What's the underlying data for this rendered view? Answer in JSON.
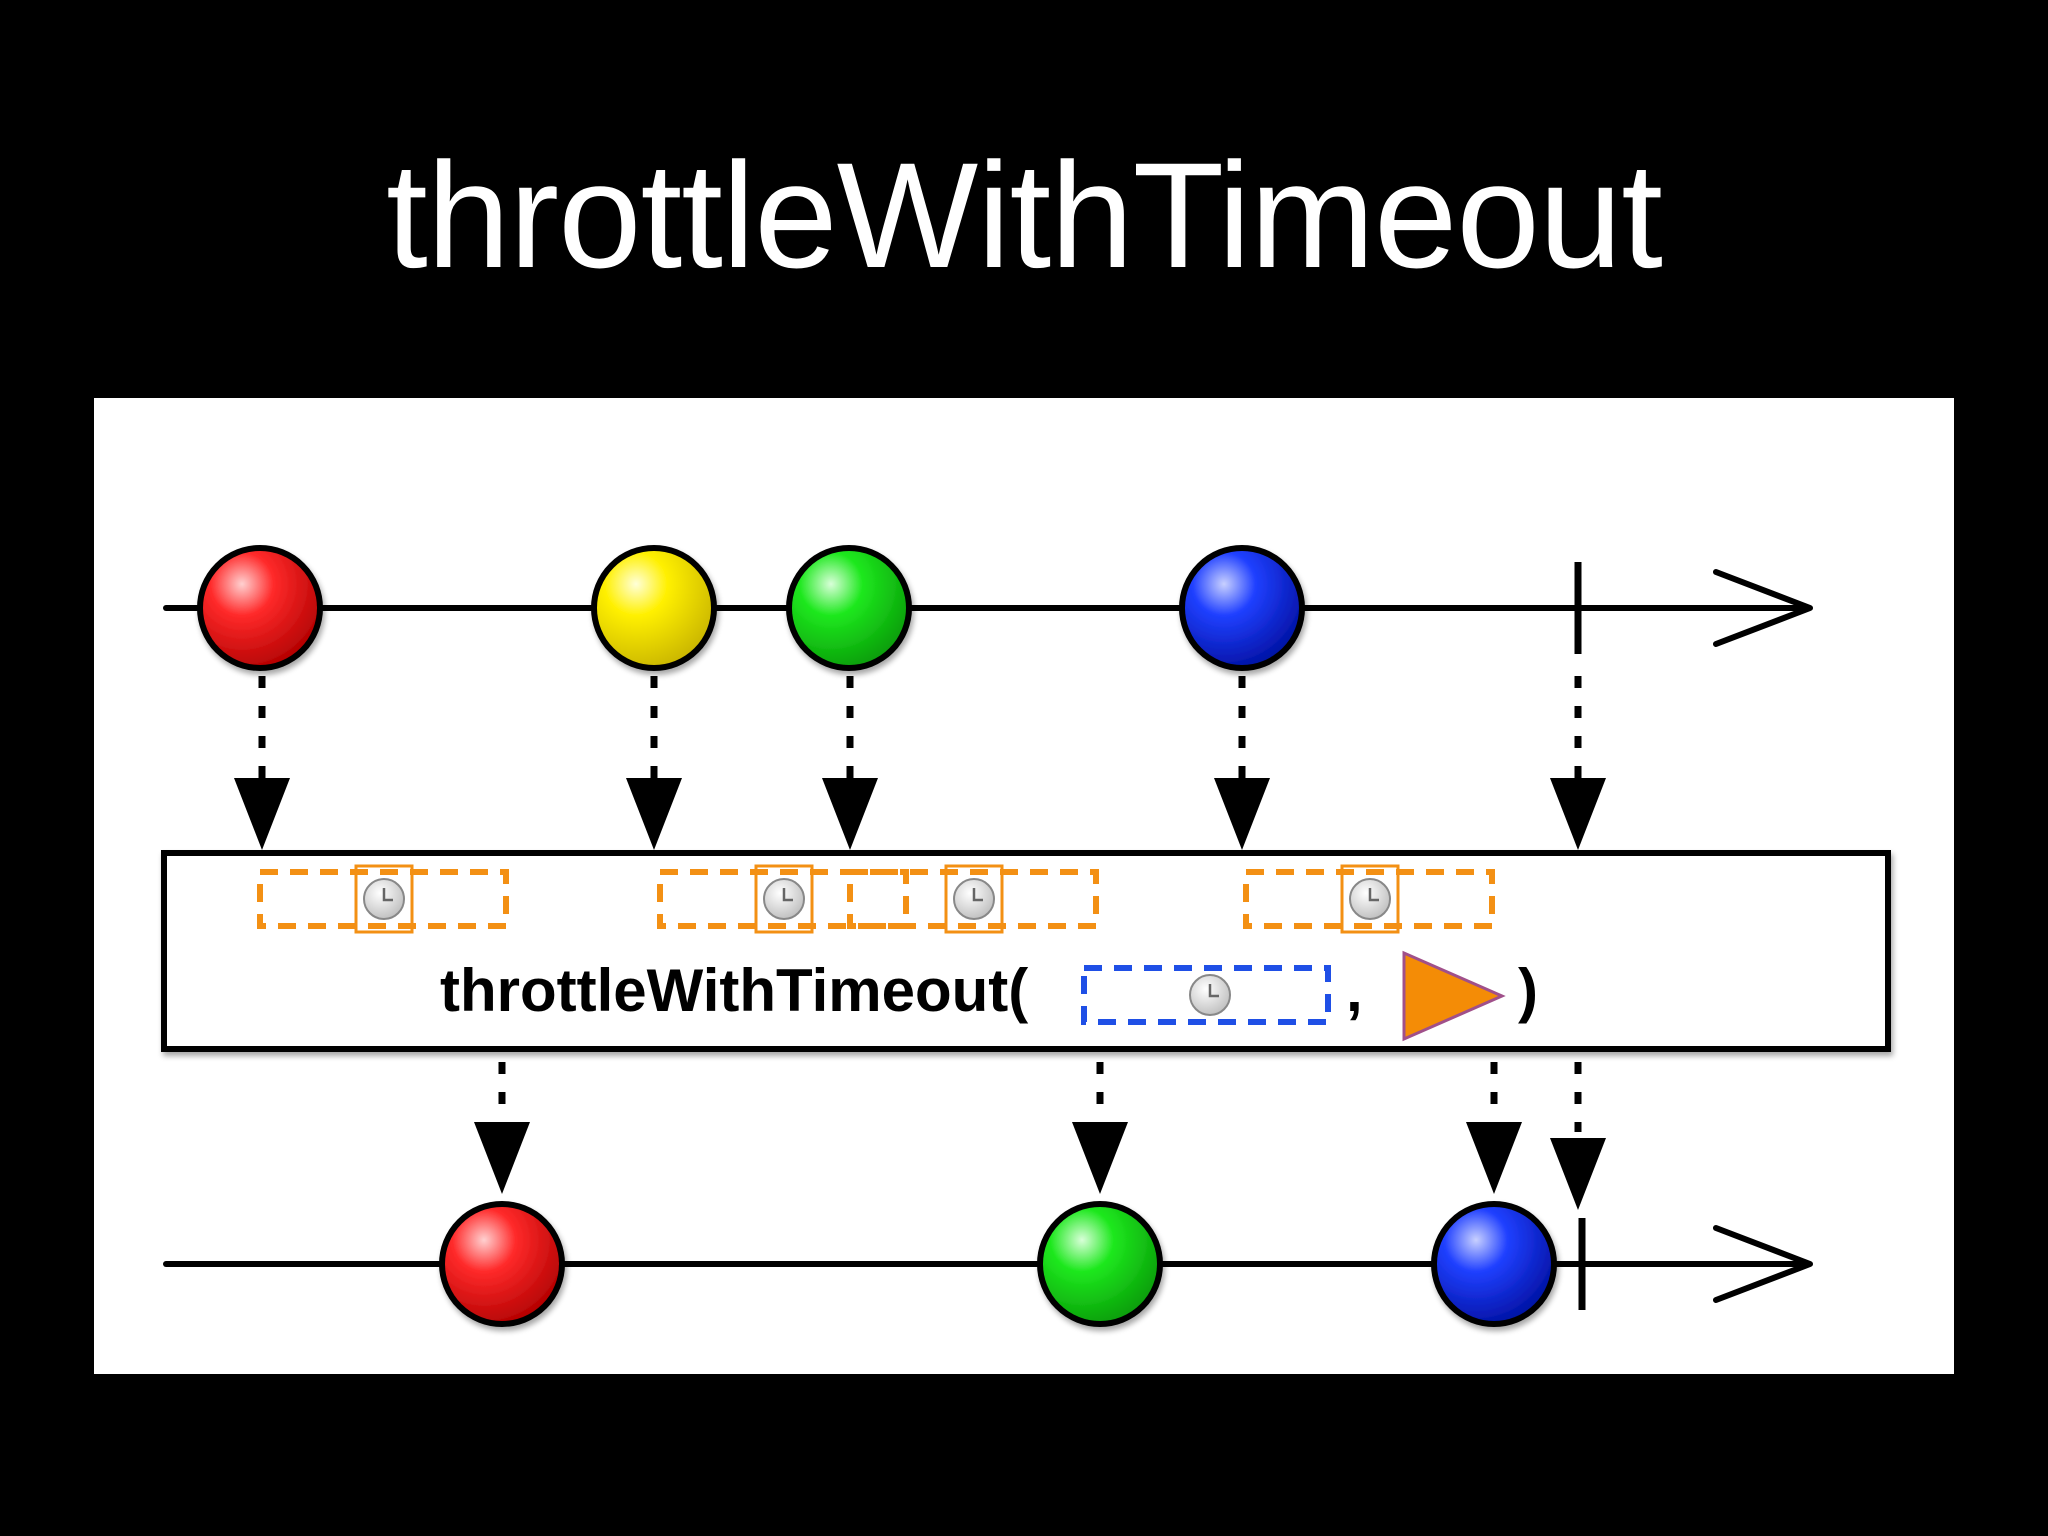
{
  "title": "throttleWithTimeout",
  "diagram": {
    "operator_label": "throttleWithTimeout(",
    "argument_separator": ",",
    "closing_paren": ")",
    "scheduler_icon": "orange-triangle-scheduler-icon",
    "timer_icon": "clock-icon",
    "colors": {
      "background": "#000000",
      "panel": "#ffffff",
      "red": "#e01010",
      "yellow": "#f2e000",
      "green": "#12cc12",
      "blue": "#1028d8",
      "timer_window": "#f39014",
      "timeout_param": "#1f4fe6",
      "scheduler": "#f48c06"
    },
    "input_stream": [
      {
        "color": "red"
      },
      {
        "color": "yellow"
      },
      {
        "color": "green"
      },
      {
        "color": "blue"
      }
    ],
    "output_stream": [
      {
        "color": "red"
      },
      {
        "color": "green"
      },
      {
        "color": "blue"
      }
    ],
    "input_completes": true,
    "output_completes": true
  }
}
